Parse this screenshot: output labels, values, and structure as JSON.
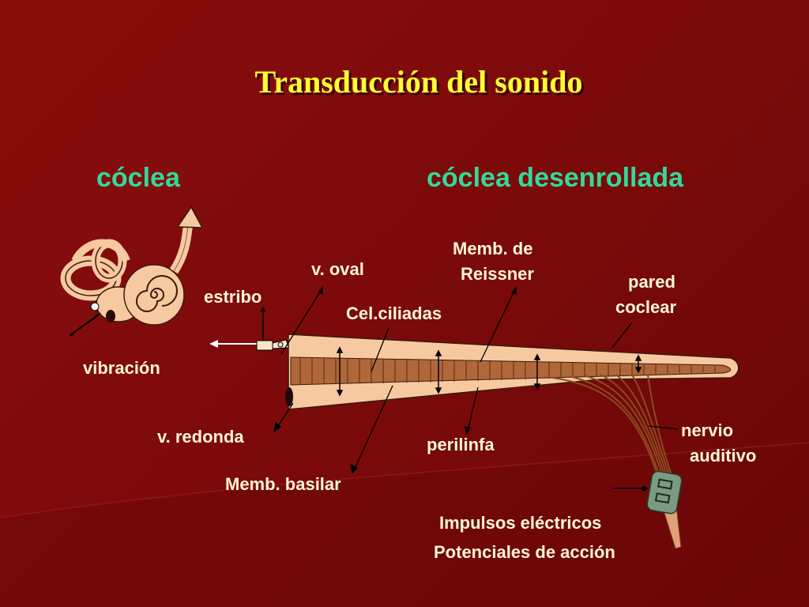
{
  "slide": {
    "title": "Transducción del sonido",
    "left_heading": "cóclea",
    "right_heading": "cóclea desenrollada",
    "colors": {
      "background": "#7a0a0a",
      "title": "#ffff33",
      "heading": "#33d99a",
      "label": "#fff7d6",
      "cochlea": "#f7c9a0",
      "membrane": "#a0522d"
    }
  },
  "labels": {
    "vibracion": "vibración",
    "estribo": "estribo",
    "v_oval": "v. oval",
    "memb_reissner_1": "Memb. de",
    "memb_reissner_2": "Reissner",
    "pared_coclear_1": "pared",
    "pared_coclear_2": "coclear",
    "cel_ciliadas": "Cel.ciliadas",
    "v_redonda": "v. redonda",
    "perilinfa": "perilinfa",
    "nervio_auditivo_1": "nervio",
    "nervio_auditivo_2": "auditivo",
    "memb_basilar": "Memb. basilar",
    "impulsos": "Impulsos eléctricos",
    "potenciales": "Potenciales de acción"
  }
}
